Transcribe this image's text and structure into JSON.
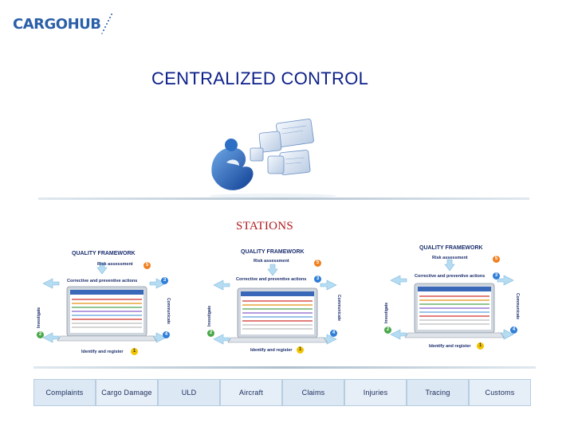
{
  "brand": {
    "name": "CARGOHUB"
  },
  "title": "CENTRALIZED CONTROL",
  "stations_label": "STATIONS",
  "framework": {
    "title": "QUALITY FRAMEWORK",
    "risk": "Risk assessment",
    "corrective": "Corrective and preventive actions",
    "investigate": "Investigate",
    "communicate": "Communicate",
    "identify": "Identify and register",
    "steps": [
      "1",
      "2",
      "3",
      "4",
      "5"
    ]
  },
  "tabs": [
    "Complaints",
    "Cargo Damage",
    "ULD",
    "Aircraft",
    "Claims",
    "Injuries",
    "Tracing",
    "Customs"
  ],
  "colors": {
    "brand": "#2b5fa8",
    "title": "#0c1f8a",
    "stations": "#b0181e",
    "tab_bg": "#dce8f4",
    "tab_border": "#b7cde0"
  }
}
